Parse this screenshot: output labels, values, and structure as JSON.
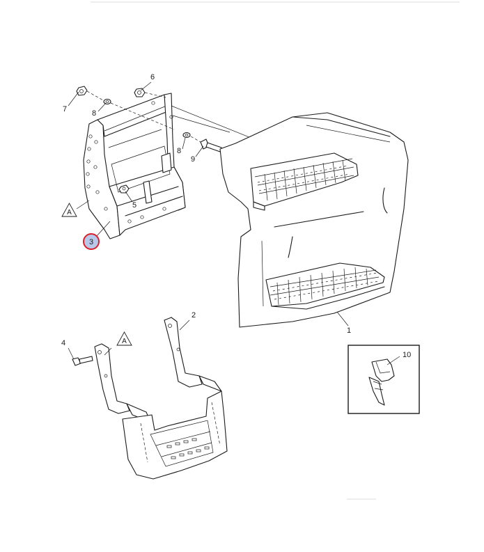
{
  "callouts": {
    "c1": "1",
    "c2": "2",
    "c3": "3",
    "c4": "4",
    "c5": "5",
    "c6": "6",
    "c7": "7",
    "c8a": "8",
    "c8b": "8",
    "c9": "9",
    "c10": "10"
  },
  "reference_marks": {
    "a1": "A",
    "a2": "A"
  },
  "highlight": {
    "callout": "3",
    "ring_color": "#d9202a",
    "fill_color": "#b9c8e8"
  }
}
